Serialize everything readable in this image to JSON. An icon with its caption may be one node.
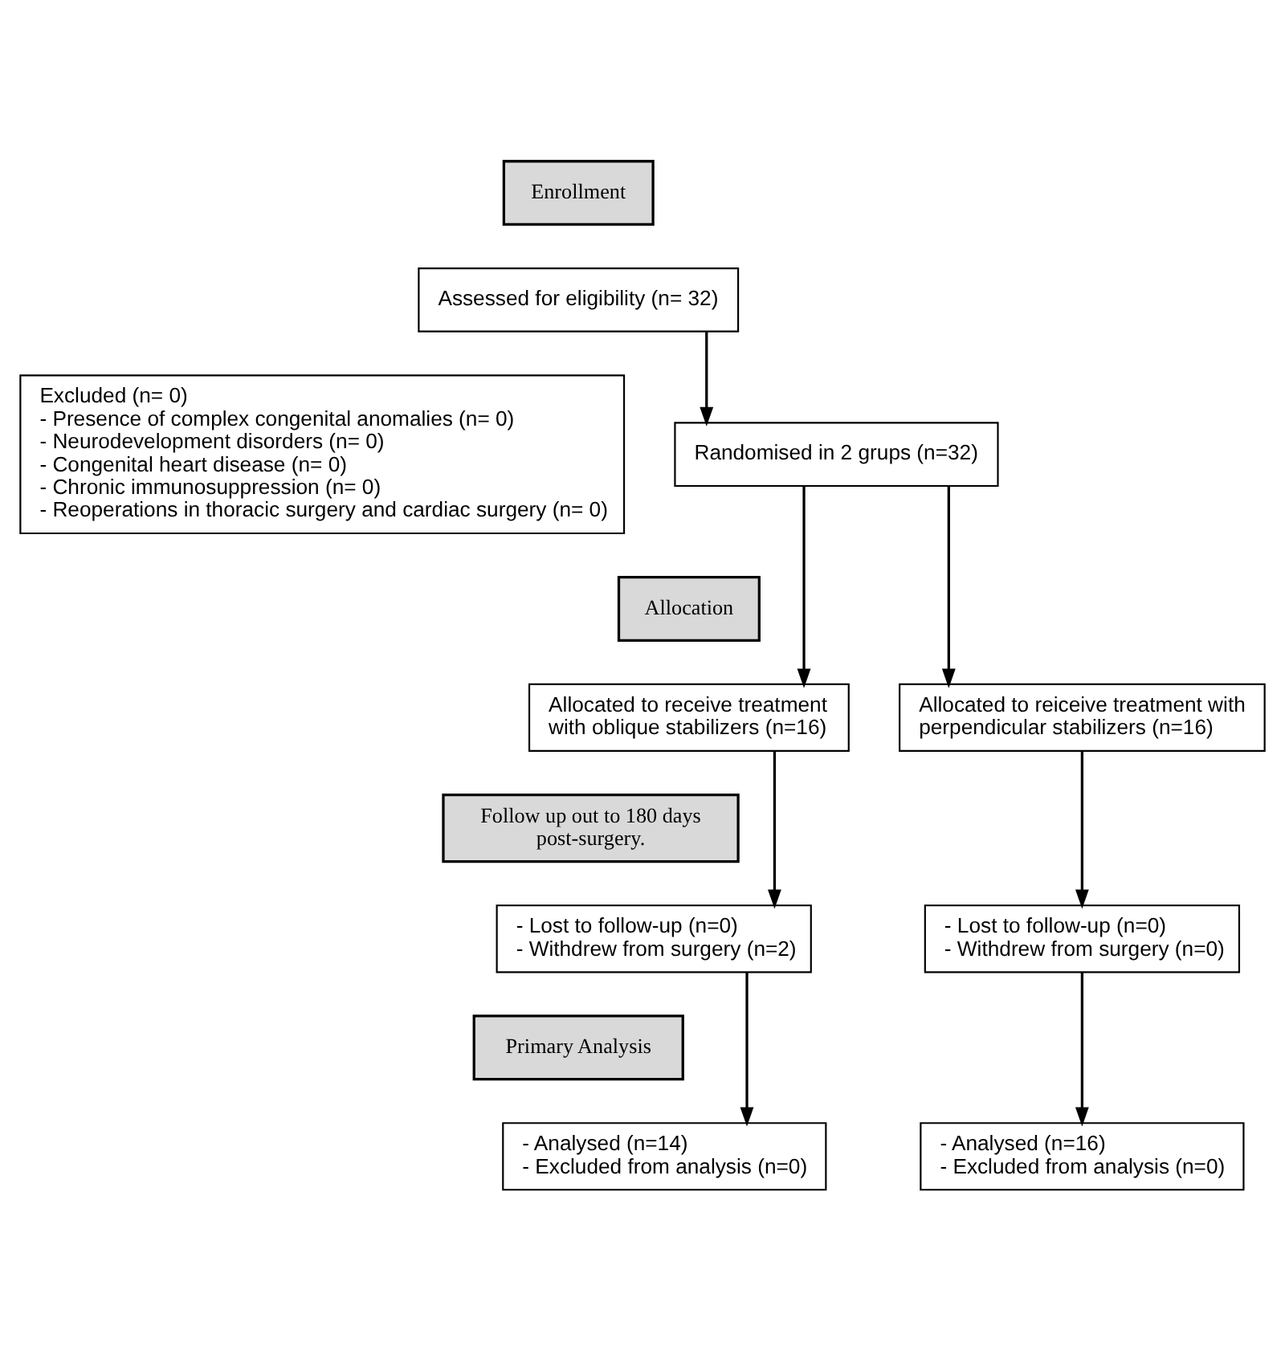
{
  "diagram": {
    "nodes": [
      {
        "text": [
          "Enrollment"
        ]
      },
      {
        "text": [
          "Assessed for eligibility (n= 32)"
        ]
      },
      {
        "text": [
          "Excluded (n= 0)",
          "- Presence of complex congenital anomalies (n= 0)",
          "- Neurodevelopment disorders (n= 0)",
          "- Congenital heart disease (n= 0)",
          "- Chronic immunosuppression (n= 0)",
          "- Reoperations in thoracic surgery and cardiac surgery (n= 0)"
        ]
      },
      {
        "text": [
          "Randomised in 2 grups (n=32)"
        ]
      },
      {
        "text": [
          "Allocation"
        ]
      },
      {
        "text": [
          "Allocated to receive treatment with oblique stabilizers (n=16)"
        ]
      },
      {
        "text": [
          "Allocated to reiceive treatment with perpendicular stabilizers (n=16)"
        ]
      },
      {
        "text": [
          "Follow up out to 180 days post-surgery."
        ]
      },
      {
        "text": [
          "- Lost to follow-up (n=0)",
          "- Withdrew from surgery (n=2)"
        ]
      },
      {
        "text": [
          "- Lost to follow-up (n=0)",
          "- Withdrew from surgery (n=0)"
        ]
      },
      {
        "text": [
          "Primary Analysis"
        ]
      },
      {
        "text": [
          "- Analysed (n=14)",
          "- Excluded from analysis (n=0)"
        ]
      },
      {
        "text": [
          "- Analysed (n=16)",
          "- Excluded from analysis (n=0)"
        ]
      }
    ],
    "edges": [
      {
        "from": 1,
        "to": 3,
        "arrow": "to"
      },
      {
        "from": 3,
        "to": 5,
        "arrow": "to"
      },
      {
        "from": 3,
        "to": 6,
        "arrow": "to"
      },
      {
        "from": 5,
        "to": 8,
        "arrow": "to"
      },
      {
        "from": 6,
        "to": 9,
        "arrow": "to"
      },
      {
        "from": 8,
        "to": 11,
        "arrow": "to"
      },
      {
        "from": 9,
        "to": 12,
        "arrow": "to"
      }
    ]
  }
}
